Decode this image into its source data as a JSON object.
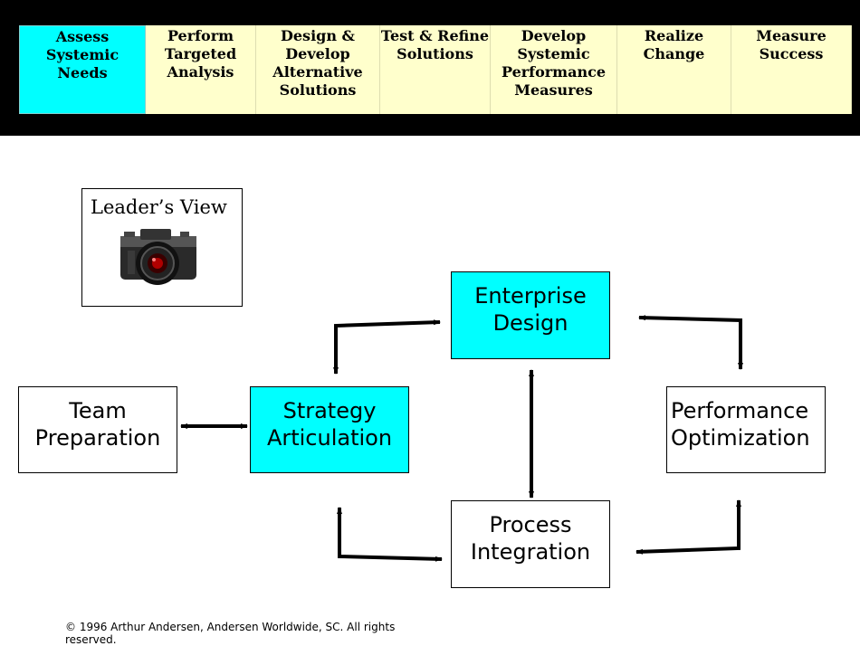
{
  "phases": [
    "Assess Systemic\nNeeds",
    "Perform\nTargeted\nAnalysis",
    "Design & Develop\nAlternative\nSolutions",
    "Test & Refine\nSolutions",
    "Develop Systemic\nPerformance\nMeasures",
    "Realize Change",
    "Measure Success"
  ],
  "leader_view": {
    "label": "Leader’s View",
    "icon": "camera-icon"
  },
  "nodes": {
    "team_preparation": "Team\nPreparation",
    "strategy_articulation": "Strategy\nArticulation",
    "enterprise_design": "Enterprise\nDesign",
    "performance_optimization": "Performance\nOptimization",
    "process_integration": "Process\nIntegration"
  },
  "copyright": "© 1996 Arthur Andersen, Andersen Worldwide, SC. All rights reserved.",
  "colors": {
    "highlight": "#00ffff",
    "tab": "#ffffcc",
    "header": "#000000"
  }
}
